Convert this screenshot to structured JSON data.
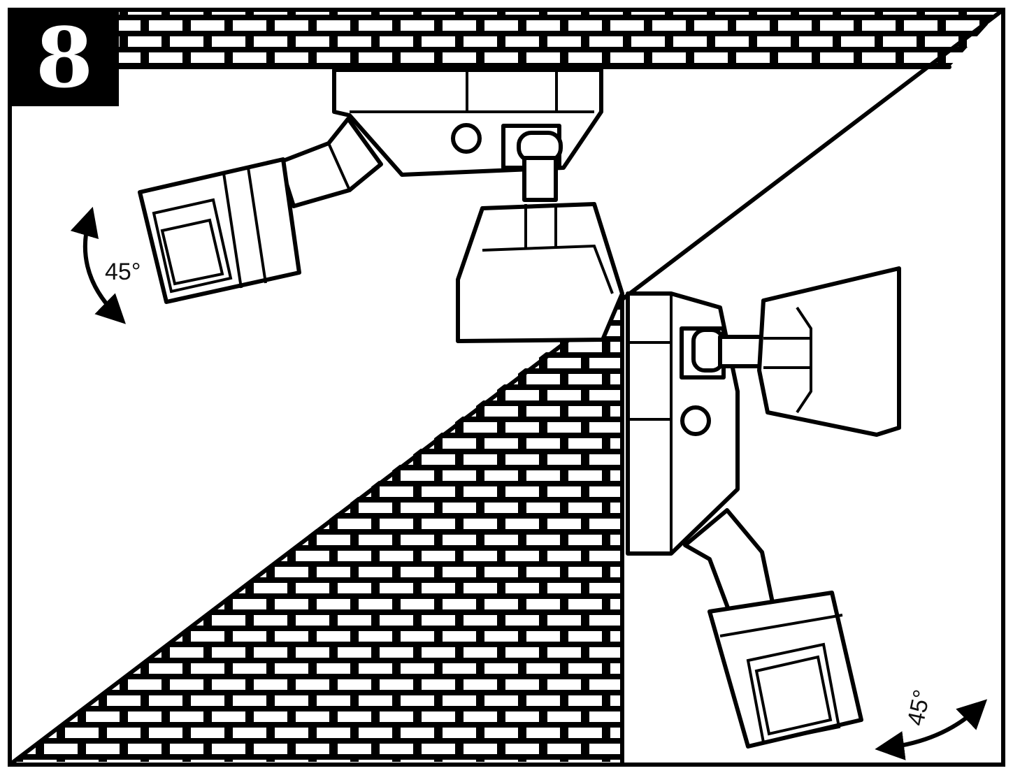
{
  "step": {
    "number": "8"
  },
  "annotations": {
    "top_angle": "45°",
    "bottom_angle": "45°"
  },
  "icons": {
    "ceiling_camera": "ceiling-mounted-bullet-camera",
    "wall_camera": "wall-mounted-bullet-camera",
    "rotation_arrow": "double-headed-curved-arrow"
  },
  "colors": {
    "ink": "#000000",
    "paper": "#ffffff"
  }
}
